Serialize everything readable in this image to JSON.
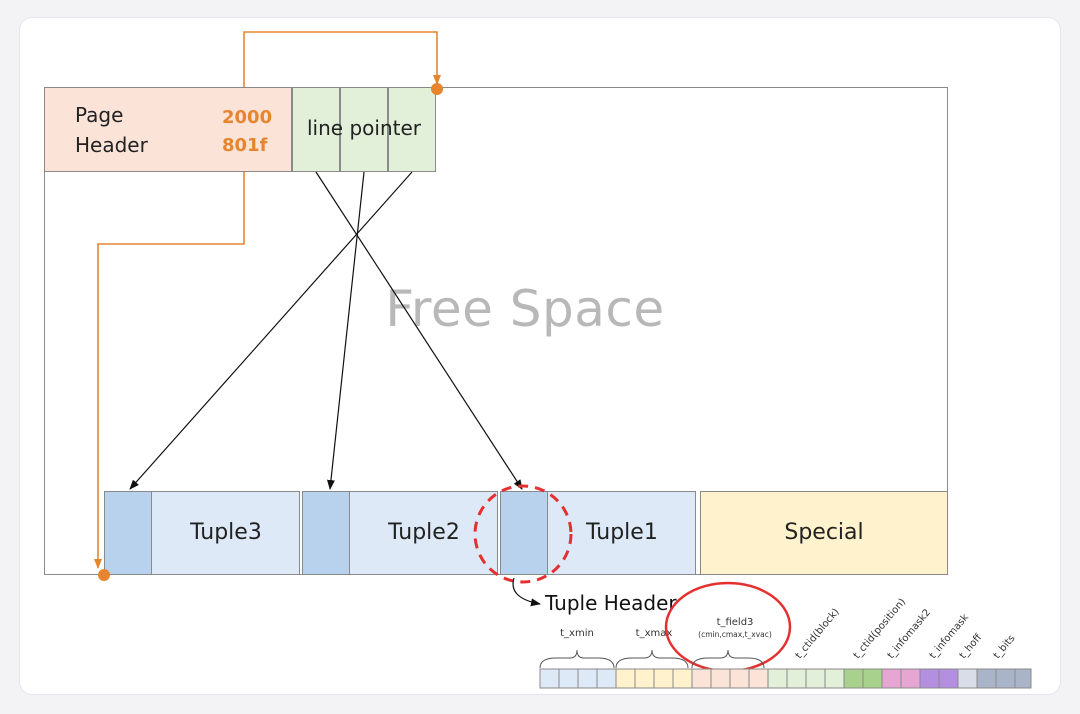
{
  "page_header": {
    "line1": "Page",
    "line2": "Header",
    "value1": "2000",
    "value2": "801f"
  },
  "line_pointer": {
    "label": "line pointer"
  },
  "free_space": {
    "label": "Free Space"
  },
  "tuples": [
    {
      "label": "Tuple3"
    },
    {
      "label": "Tuple2"
    },
    {
      "label": "Tuple1"
    }
  ],
  "special": {
    "label": "Special"
  },
  "tuple_header": {
    "label": "Tuple Header",
    "fields": {
      "t_xmin": "t_xmin",
      "t_xmax": "t_xmax",
      "t_field3": "t_field3",
      "t_field3_sub": "(cmin,cmax,t_xvac)",
      "t_ctid_block": "t_ctid(block)",
      "t_ctid_position": "t_ctid(position)",
      "t_infomask2": "t_infomask2",
      "t_infomask": "t_infomask",
      "t_hoff": "t_hoff",
      "t_bits": "t_bits"
    }
  },
  "colors": {
    "orange": "#e7852f",
    "red_highlight": "#e4302f",
    "header_fill": "#fbe3d7",
    "line_pointer_fill": "#e2efd9",
    "tuple_fill": "#dde9f6",
    "tuple_header_fill": "#b8d1ec",
    "special_fill": "#fff2cc"
  }
}
